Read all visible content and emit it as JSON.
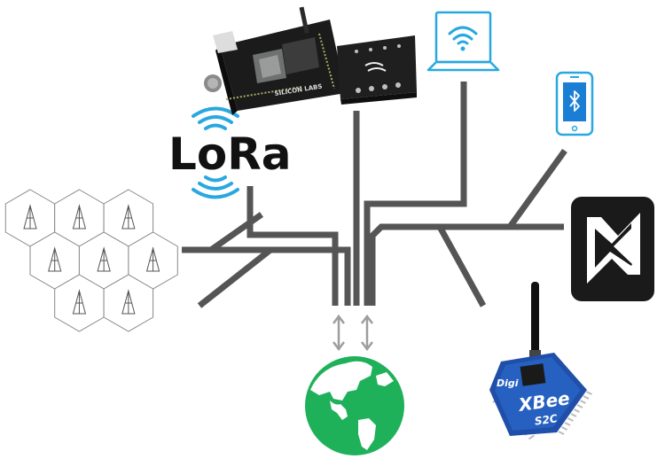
{
  "lora": {
    "label": "LoRa"
  },
  "xbee": {
    "brand": "XBee",
    "model": "S2C",
    "vendor": "Digi"
  },
  "board": {
    "vendor": "SILICON LABS"
  },
  "colors": {
    "line": "#555555",
    "wifi": "#29a8e0",
    "phone": "#29a8e0",
    "bluetooth": "#1a7fd4",
    "globe": "#1fb15a",
    "arrow": "#9e9e9e",
    "nfc": "#1a1a1a",
    "xbee_board": "#1f4fa8",
    "cell": "#888888"
  },
  "icons": {
    "cellular": "cellular-network-icon",
    "board": "silicon-labs-board-icon",
    "wifi": "wifi-laptop-icon",
    "bluetooth": "bluetooth-phone-icon",
    "nfc": "nfc-icon",
    "xbee": "xbee-module-icon",
    "globe": "globe-icon"
  }
}
